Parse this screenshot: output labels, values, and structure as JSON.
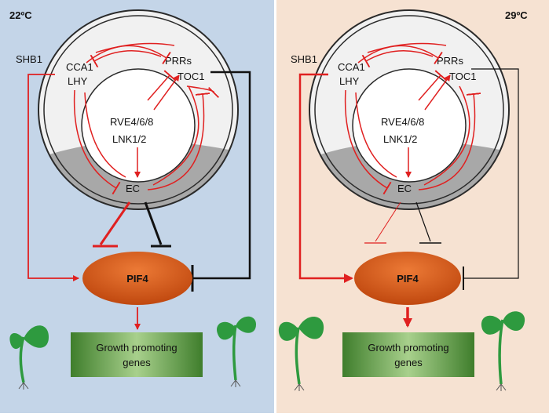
{
  "colors": {
    "panel_left_bg": "#c4d5e8",
    "panel_right_bg": "#f6e2d2",
    "inhibition_red": "#e02020",
    "inhibition_black": "#111111",
    "pif4_orange": "#d4561c",
    "genes_green": "#4f8f3a",
    "seedling_green": "#2e9a3f"
  },
  "panels": [
    {
      "temperature": "22ºC",
      "shb1": "SHB1",
      "cca1": "CCA1",
      "lhy": "LHY",
      "prrs": "PRRs",
      "toc1": "TOC1",
      "rve": "RVE4/6/8",
      "lnk": "LNK1/2",
      "ec": "EC",
      "pif4": "PIF4",
      "genes_line1": "Growth promoting",
      "genes_line2": "genes"
    },
    {
      "temperature": "29ºC",
      "shb1": "SHB1",
      "cca1": "CCA1",
      "lhy": "LHY",
      "prrs": "PRRs",
      "toc1": "TOC1",
      "rve": "RVE4/6/8",
      "lnk": "LNK1/2",
      "ec": "EC",
      "pif4": "PIF4",
      "genes_line1": "Growth promoting",
      "genes_line2": "genes"
    }
  ]
}
